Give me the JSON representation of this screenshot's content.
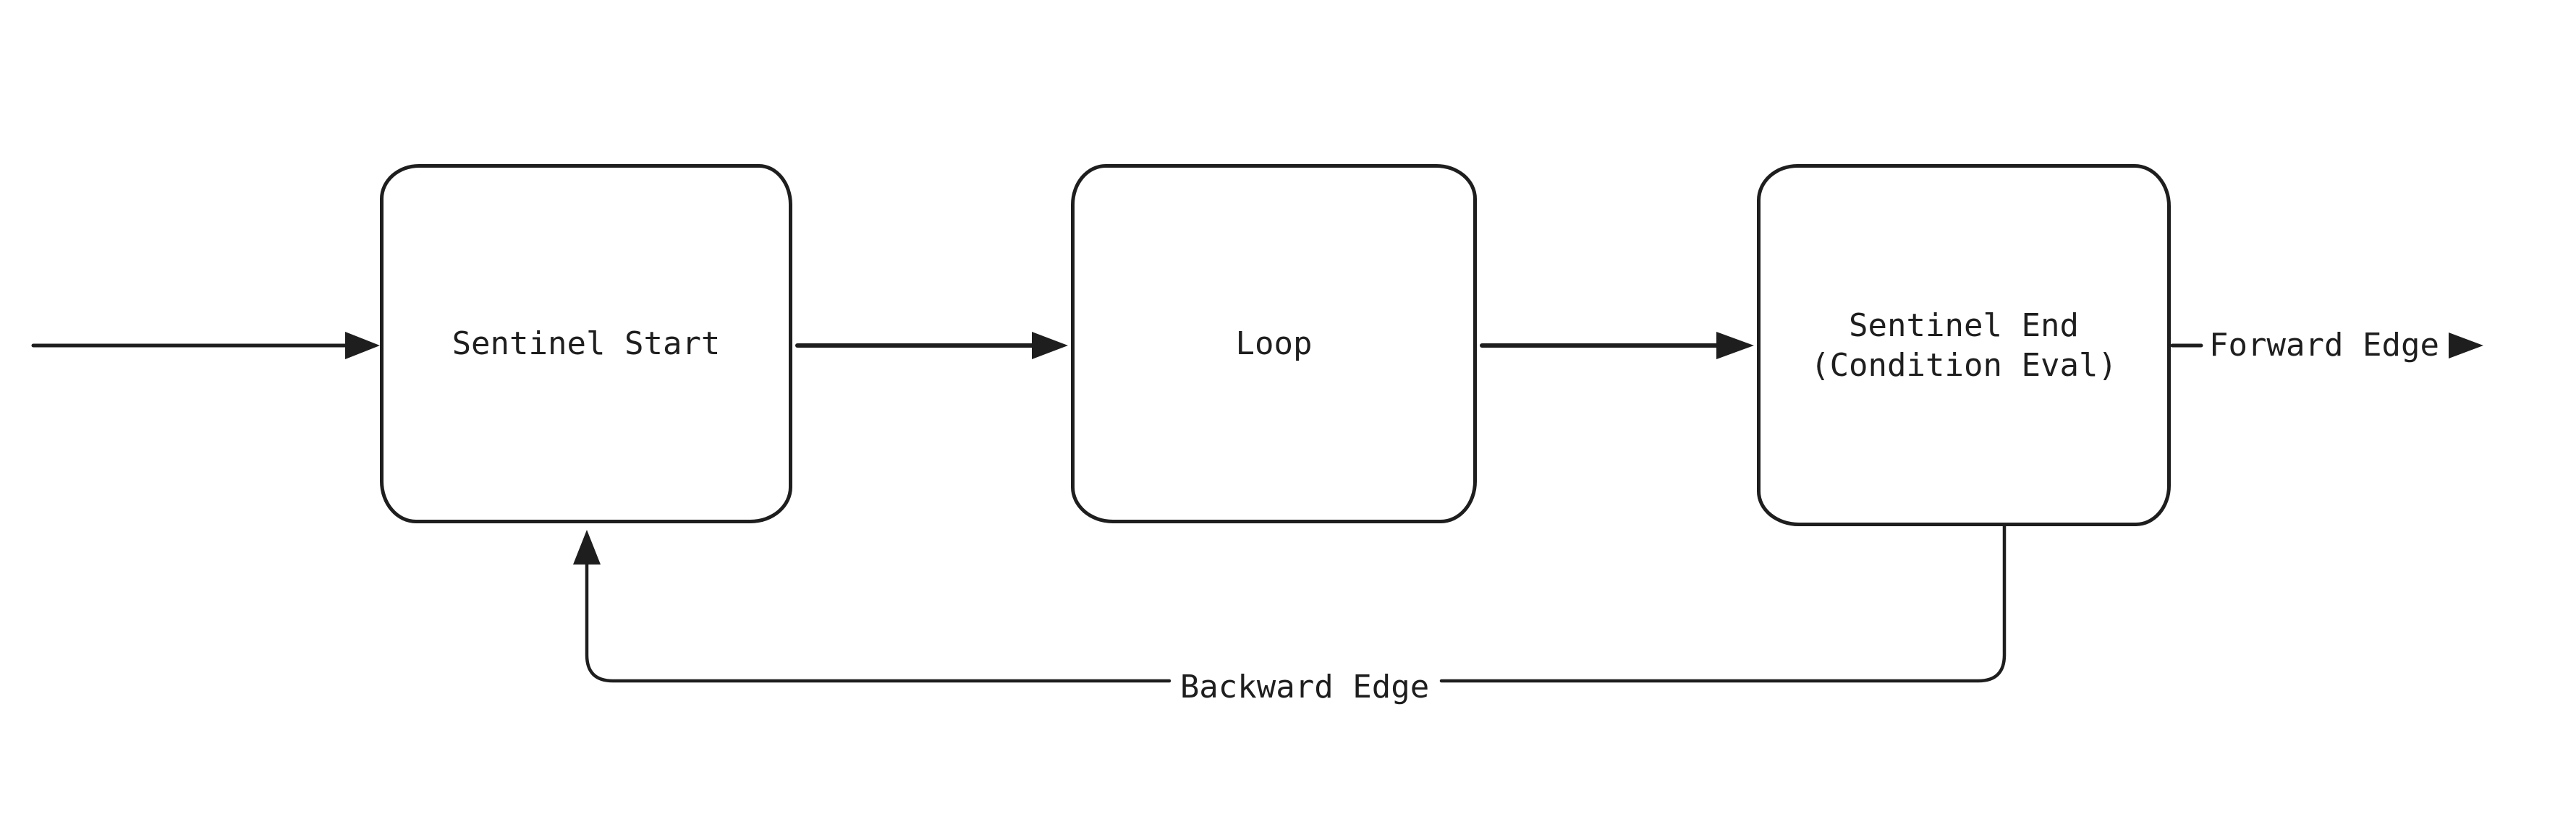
{
  "diagram": {
    "colors": {
      "background": "#ffffff",
      "stroke": "#1e1e1e",
      "text": "#1e1e1e"
    },
    "nodes": [
      {
        "id": "sentinel-start",
        "lines": [
          "Sentinel Start"
        ]
      },
      {
        "id": "loop",
        "lines": [
          "Loop"
        ]
      },
      {
        "id": "sentinel-end",
        "lines": [
          "Sentinel End",
          "(Condition Eval)"
        ]
      }
    ],
    "edges": [
      {
        "id": "entry-arrow",
        "from": "outside",
        "to": "sentinel-start",
        "label": ""
      },
      {
        "id": "start-to-loop",
        "from": "sentinel-start",
        "to": "loop",
        "label": ""
      },
      {
        "id": "loop-to-end",
        "from": "loop",
        "to": "sentinel-end",
        "label": ""
      },
      {
        "id": "forward-edge",
        "from": "sentinel-end",
        "to": "outside",
        "label": "Forward Edge"
      },
      {
        "id": "backward-edge",
        "from": "sentinel-end",
        "to": "sentinel-start",
        "label": "Backward Edge"
      }
    ]
  }
}
